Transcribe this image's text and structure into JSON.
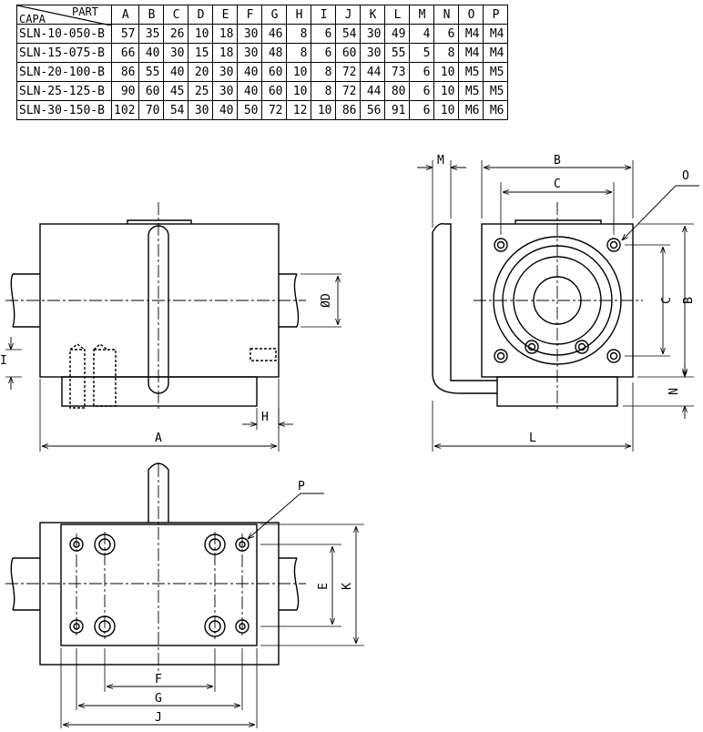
{
  "table": {
    "corner_row_label": "CAPA",
    "corner_col_label": "PART",
    "columns": [
      "A",
      "B",
      "C",
      "D",
      "E",
      "F",
      "G",
      "H",
      "I",
      "J",
      "K",
      "L",
      "M",
      "N",
      "O",
      "P"
    ],
    "rows": [
      {
        "model": "SLN-10-050-B",
        "values": [
          "57",
          "35",
          "26",
          "10",
          "18",
          "30",
          "46",
          "8",
          "6",
          "54",
          "30",
          "49",
          "4",
          "6",
          "M4",
          "M4"
        ]
      },
      {
        "model": "SLN-15-075-B",
        "values": [
          "66",
          "40",
          "30",
          "15",
          "18",
          "30",
          "48",
          "8",
          "6",
          "60",
          "30",
          "55",
          "5",
          "8",
          "M4",
          "M4"
        ]
      },
      {
        "model": "SLN-20-100-B",
        "values": [
          "86",
          "55",
          "40",
          "20",
          "30",
          "40",
          "60",
          "10",
          "8",
          "72",
          "44",
          "73",
          "6",
          "10",
          "M5",
          "M5"
        ]
      },
      {
        "model": "SLN-25-125-B",
        "values": [
          "90",
          "60",
          "45",
          "25",
          "30",
          "40",
          "60",
          "10",
          "8",
          "72",
          "44",
          "80",
          "6",
          "10",
          "M5",
          "M5"
        ]
      },
      {
        "model": "SLN-30-150-B",
        "values": [
          "102",
          "70",
          "54",
          "30",
          "40",
          "50",
          "72",
          "12",
          "10",
          "86",
          "56",
          "91",
          "6",
          "10",
          "M6",
          "M6"
        ]
      }
    ]
  },
  "labels": {
    "A": "A",
    "B": "B",
    "C": "C",
    "D": "ØD",
    "E": "E",
    "F": "F",
    "G": "G",
    "H": "H",
    "I": "I",
    "J": "J",
    "K": "K",
    "L": "L",
    "M": "M",
    "N": "N",
    "O": "O",
    "P": "P"
  }
}
